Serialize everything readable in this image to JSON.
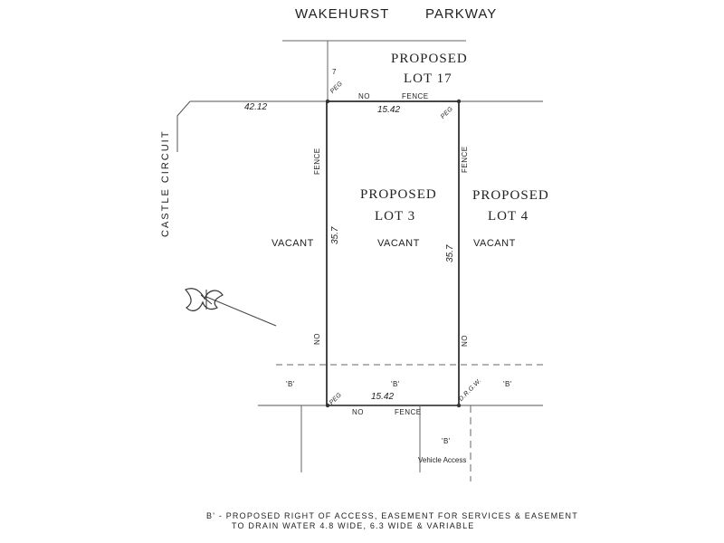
{
  "roads": {
    "north_name_1": "WAKEHURST",
    "north_name_2": "PARKWAY",
    "west_name": "CASTLE CIRCUIT"
  },
  "lots": {
    "lot17_l1": "PROPOSED",
    "lot17_l2": "LOT 17",
    "lot3_l1": "PROPOSED",
    "lot3_l2": "LOT 3",
    "lot4_l1": "PROPOSED",
    "lot4_l2": "LOT 4"
  },
  "status": {
    "vacant": "VACANT"
  },
  "dimensions": {
    "road_frontage": "42.12",
    "north_boundary": "15.42",
    "south_boundary": "15.42",
    "west_boundary": "35.7",
    "east_boundary": "35.7"
  },
  "boundary_labels": {
    "no": "NO",
    "fence": "FENCE",
    "peg": "PEG",
    "drgw": "D.R.G.W.",
    "seven": "7",
    "easement_b": "'B'"
  },
  "access_label": "Vehicle Access",
  "note": {
    "line1": "B' - PROPOSED RIGHT OF ACCESS, EASEMENT FOR SERVICES & EASEMENT",
    "line2": "TO DRAIN WATER 4.8 WIDE, 6.3 WIDE & VARIABLE"
  }
}
